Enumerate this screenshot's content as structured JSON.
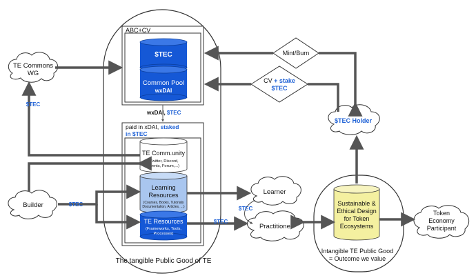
{
  "abc_cv_label": "ABC+CV",
  "tec_cylinder": "$TEC",
  "common_pool": {
    "title": "Common Pool",
    "sub": "wxDAI"
  },
  "link_wxdai": {
    "left": "wxDAI, ",
    "right": "$TEC"
  },
  "paid_label": {
    "line1": "paid  in xDAI, ",
    "staked": "staked",
    "line2": "in $TEC"
  },
  "te_community": {
    "title": "TE Comm.unity",
    "line1": "(Twitter, Discord,",
    "line2": "Events, Forum,...)"
  },
  "learning_resources": {
    "title1": "Learning",
    "title2": "Resources",
    "line1": "(Courses, Books, Tutorials",
    "line2": "Documentation, Articles, ...)"
  },
  "te_resources": {
    "title": "TE Resources",
    "line1": "(Frameworks, Tools,",
    "line2": "Processes)"
  },
  "tangible_caption": "The tangible Public Good of TE",
  "intangible_caption": {
    "line1": "Intangible TE Public Good",
    "line2": "= Outcome we value"
  },
  "ethical_design": {
    "line1": "Sustainable &",
    "line2": "Ethical Design",
    "line3": "for Token",
    "line4": "Ecosystems"
  },
  "diamond_mint_burn": "Mint/Burn",
  "diamond_cv_stake": {
    "left": "CV ",
    "right": "+ stake",
    "line2": "$TEC"
  },
  "cloud_commons": {
    "line1": "TE Commons",
    "line2": "WG"
  },
  "cloud_holder": "$TEC Holder",
  "cloud_builder": "Builder",
  "cloud_learner": "Learner",
  "cloud_practitioner": "Practitioner",
  "cloud_participant": {
    "line1": "Token",
    "line2": "Economy",
    "line3": "Participant"
  },
  "flow_labels": {
    "commons_tec": "$TEC",
    "builder_tec": "$TEC",
    "resources_tec": "$TEC",
    "learner_tec": "$TEC"
  },
  "colors": {
    "accent_blue": "#1f62d6",
    "cylinder_blue": "#1558d6",
    "light_blue": "#a9c6ef",
    "yellow": "#f4f0a0",
    "arrow": "#555555"
  }
}
